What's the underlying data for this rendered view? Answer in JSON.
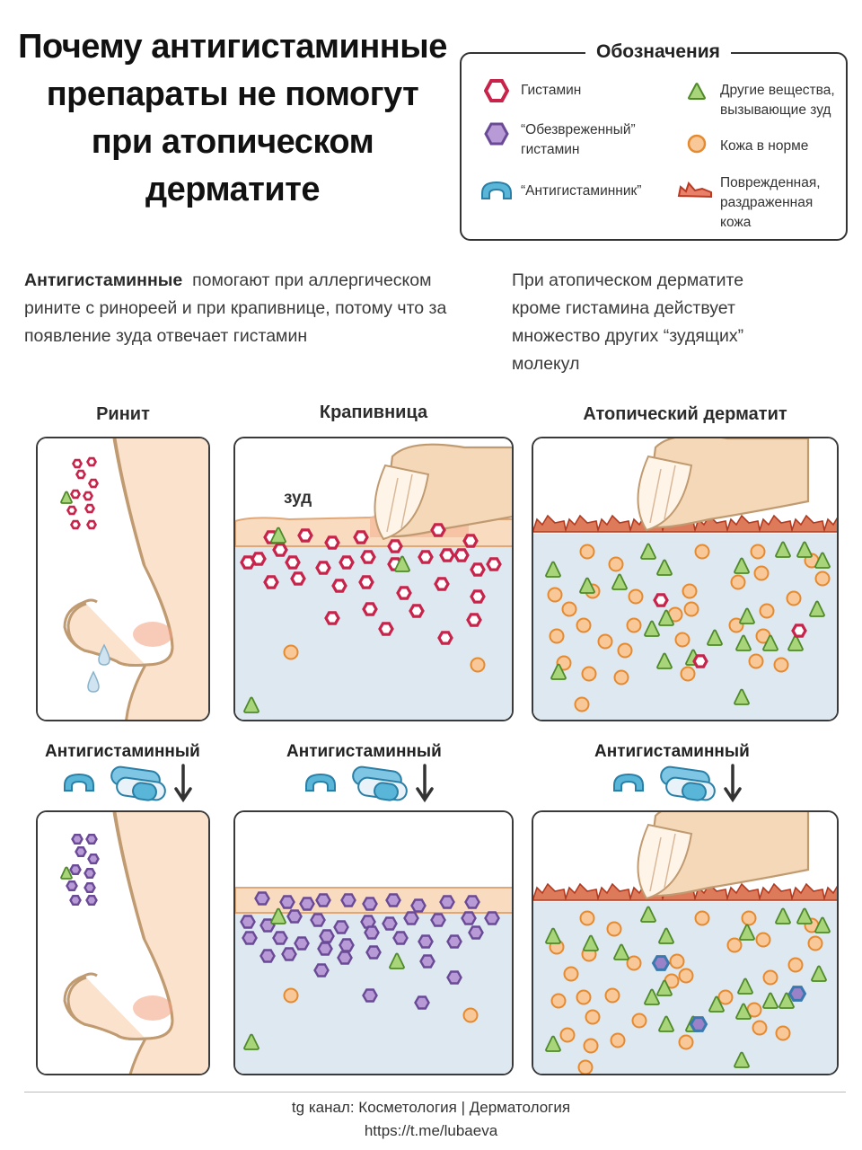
{
  "title": [
    "Почему антигистаминные",
    "препараты не помогут",
    "при атопическом",
    "дерматите"
  ],
  "legend": {
    "title": "Обозначения",
    "items": [
      {
        "icon": "histamine-hexagon",
        "label": "Гистамин"
      },
      {
        "icon": "neutralized-histamine-hexagon",
        "label": "“Обезвреженный” гистамин"
      },
      {
        "icon": "antihistamine-arc",
        "label": "“Антигистаминник”"
      },
      {
        "icon": "other-itch-substance-triangle",
        "label": "Другие вещества, вызывающие зуд"
      },
      {
        "icon": "normal-skin-circle",
        "label": "Кожа в норме"
      },
      {
        "icon": "damaged-skin-zigzag",
        "label": "Поврежденная, раздраженная кожа"
      }
    ]
  },
  "intro_left": {
    "bold": "Антигистаминные",
    "rest": "помогают при аллергическом рините с ринореей и при крапивнице, потому что за появление зуда отвечает гистамин"
  },
  "intro_right": "При атопическом дерматите кроме гистамина действует множество других “зудящих” молекул",
  "columns": [
    "Ринит",
    "Крапивница",
    "Атопический дерматит"
  ],
  "itch_label": "зуд",
  "antihistamine_label": "Антигистаминный",
  "footer": {
    "line1": "tg канал: Косметология | Дерматология",
    "line2": "https://t.me/lubaeva"
  },
  "colors": {
    "histamine": "#c8234a",
    "neutralized": "#7b55a8",
    "antihistamine": "#3a9fc4",
    "other": "#7fb24e",
    "normal_skin": "#f0a050",
    "damaged_skin": "#c74a2a",
    "tissue": "#dde8f0",
    "skin": "#f9dcc0"
  }
}
